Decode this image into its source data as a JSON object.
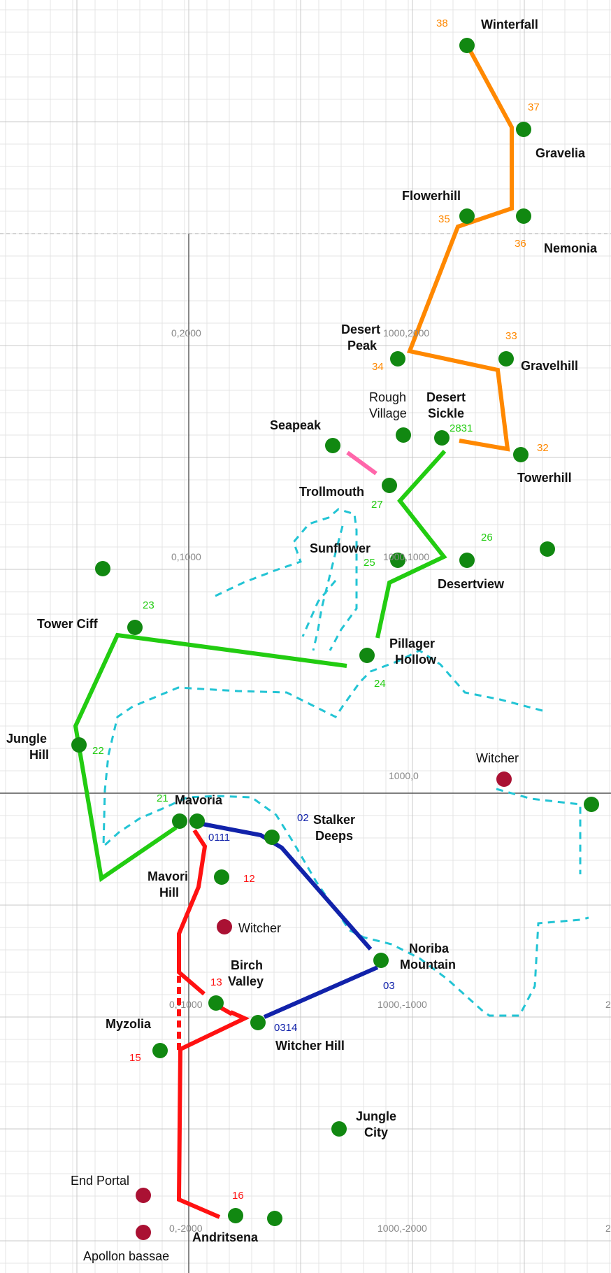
{
  "colors": {
    "orange": "#ff8800",
    "green": "#22cc11",
    "blue": "#1122aa",
    "red": "#ff1111",
    "pink": "#ff66aa",
    "cyan": "#22c4d4",
    "node_green": "#118811",
    "node_red": "#aa1133",
    "grid": "#e4e4e4",
    "grid_major": "#c8c8c8",
    "axis": "#555555"
  },
  "coordinates": {
    "c_0_2000": "0,2000",
    "c_1000_2000": "1000,2000",
    "c_0_1000": "0,1000",
    "c_1000_1000": "1000,1000",
    "c_1000_0": "1000,0",
    "c_0_m1000": "0,-1000",
    "c_1000_m1000": "1000,-1000",
    "c_0_m2000": "0,-2000",
    "c_1000_m2000": "1000,-2000",
    "edge_2a": "2",
    "edge_2b": "2"
  },
  "places": {
    "winterfall": "Winterfall",
    "gravelia": "Gravelia",
    "flowerhill": "Flowerhill",
    "nemonia": "Nemonia",
    "desert_peak_1": "Desert",
    "desert_peak_2": "Peak",
    "gravelhill": "Gravelhill",
    "rough_village_1": "Rough",
    "rough_village_2": "Village",
    "desert_sickle_1": "Desert",
    "desert_sickle_2": "Sickle",
    "seapeak": "Seapeak",
    "towerhill": "Towerhill",
    "trollmouth": "Trollmouth",
    "sunflower": "Sunflower",
    "desertview": "Desertview",
    "tower_ciff": "Tower Ciff",
    "pillager_hollow_1": "Pillager",
    "pillager_hollow_2": "Hollow",
    "jungle_hill_1": "Jungle",
    "jungle_hill_2": "Hill",
    "witcher_ne": "Witcher",
    "mavoria": "Mavoria",
    "stalker_deeps_1": "Stalker",
    "stalker_deeps_2": "Deeps",
    "mavori_hill_1": "Mavori",
    "mavori_hill_2": "Hill",
    "witcher_mid": "Witcher",
    "noriba_mountain_1": "Noriba",
    "noriba_mountain_2": "Mountain",
    "birch_valley_1": "Birch",
    "birch_valley_2": "Valley",
    "myzolia": "Myzolia",
    "witcher_hill": "Witcher Hill",
    "jungle_city_1": "Jungle",
    "jungle_city_2": "City",
    "end_portal": "End Portal",
    "andritsena": "Andritsena",
    "apollon_bassae": "Apollon bassae"
  },
  "stops": {
    "n38": "38",
    "n37": "37",
    "n35": "35",
    "n36": "36",
    "n34": "34",
    "n33": "33",
    "n32": "32",
    "n2831": "2831",
    "n27": "27",
    "n25": "25",
    "n26": "26",
    "n23": "23",
    "n24": "24",
    "n22": "22",
    "n21": "21",
    "n0111": "0111",
    "n02": "02",
    "n12": "12",
    "n03": "03",
    "n13": "13",
    "n0314": "0314",
    "n15": "15",
    "n16": "16"
  }
}
